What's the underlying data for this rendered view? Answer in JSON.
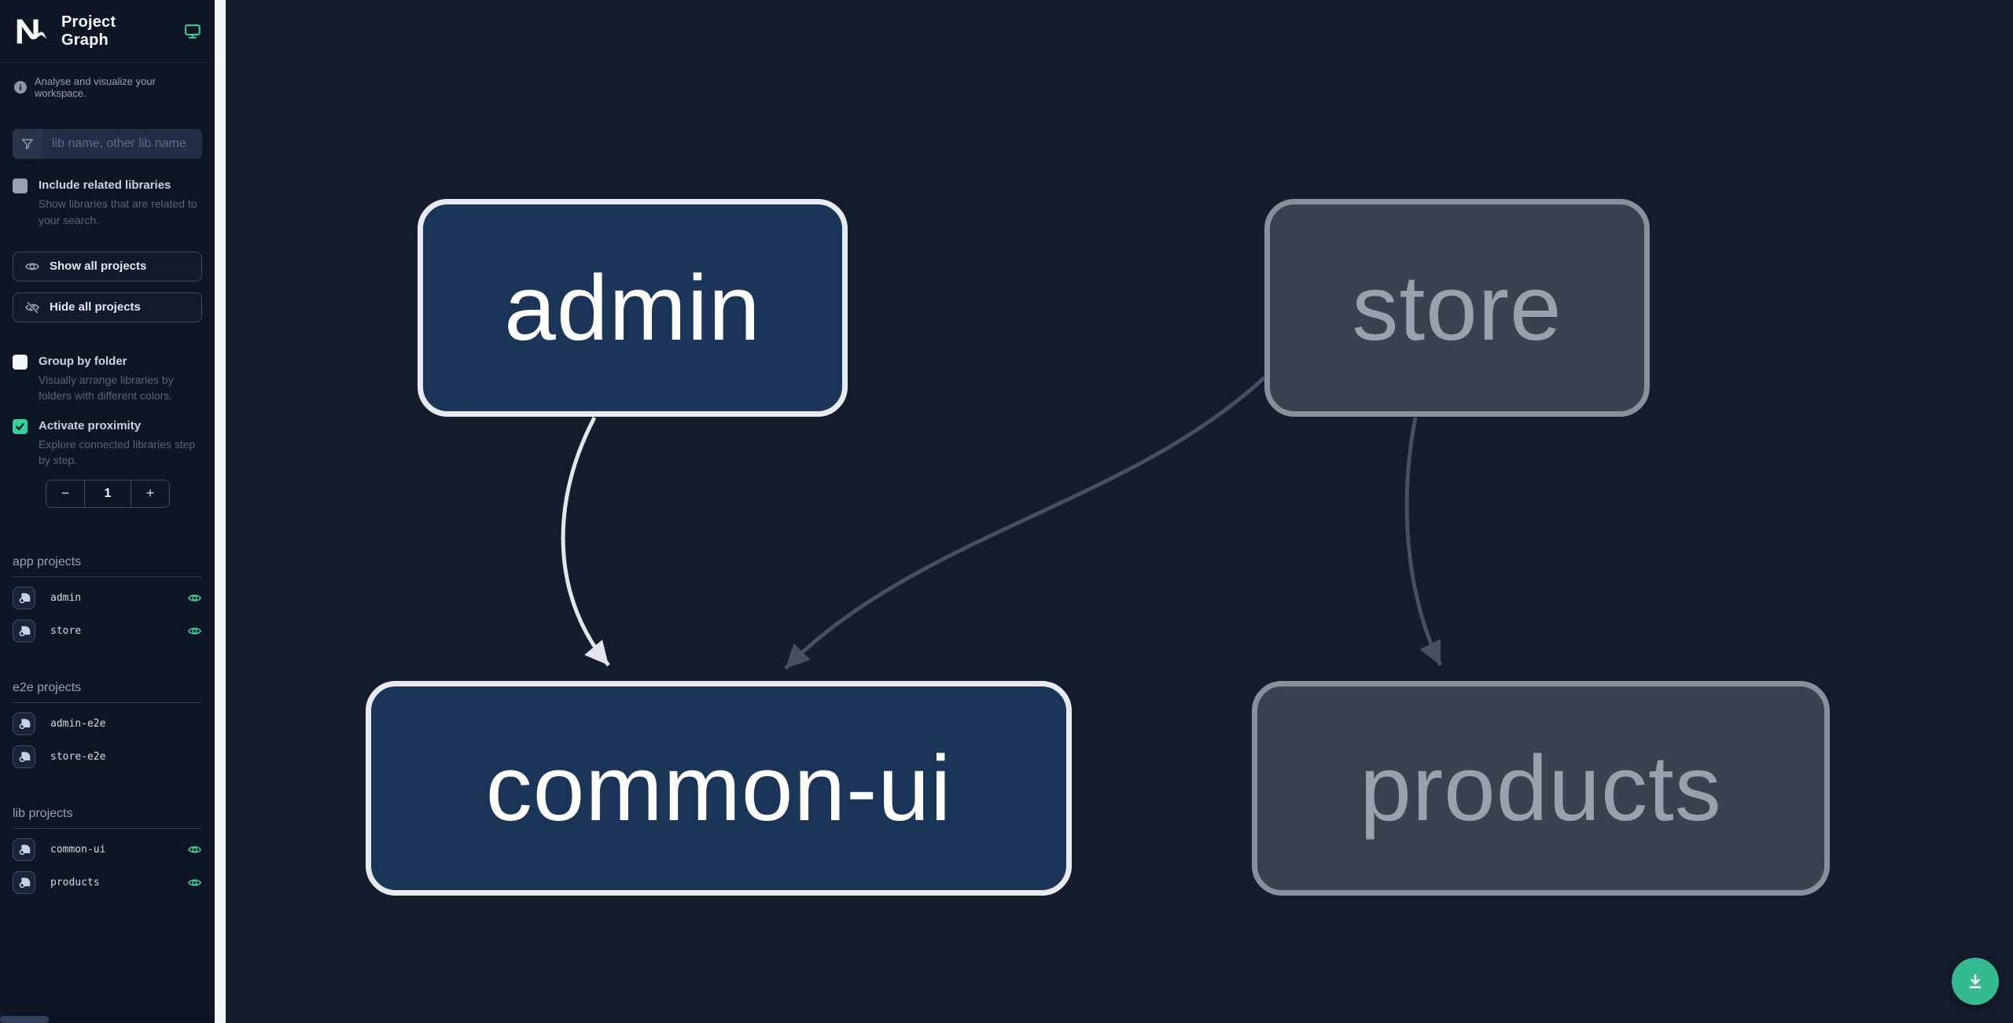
{
  "app": {
    "title": "Project Graph"
  },
  "sidebar": {
    "tagline": "Analyse and visualize your workspace.",
    "search": {
      "placeholder": "lib name, other lib name",
      "value": ""
    },
    "include_related": {
      "label": "Include related libraries",
      "description": "Show libraries that are related to your search.",
      "checked": false
    },
    "show_all_label": "Show all projects",
    "hide_all_label": "Hide all projects",
    "group_by_folder": {
      "label": "Group by folder",
      "description": "Visually arrange libraries by folders with different colors.",
      "checked": false
    },
    "activate_proximity": {
      "label": "Activate proximity",
      "description": "Explore connected libraries step by step.",
      "checked": true
    },
    "proximity_stepper": {
      "decrement": "−",
      "value": "1",
      "increment": "+"
    },
    "sections": [
      {
        "title": "app projects",
        "items": [
          {
            "name": "admin",
            "visible": true
          },
          {
            "name": "store",
            "visible": true
          }
        ]
      },
      {
        "title": "e2e projects",
        "items": [
          {
            "name": "admin-e2e",
            "visible": false
          },
          {
            "name": "store-e2e",
            "visible": false
          }
        ]
      },
      {
        "title": "lib projects",
        "items": [
          {
            "name": "common-ui",
            "visible": true
          },
          {
            "name": "products",
            "visible": true
          }
        ]
      }
    ]
  },
  "graph": {
    "nodes": [
      {
        "label": "admin",
        "state": "focused"
      },
      {
        "label": "store",
        "state": "faded"
      },
      {
        "label": "common-ui",
        "state": "focused"
      },
      {
        "label": "products",
        "state": "faded"
      }
    ],
    "edges": [
      {
        "from": "admin",
        "to": "common-ui",
        "style": "highlighted"
      },
      {
        "from": "store",
        "to": "common-ui",
        "style": "faded"
      },
      {
        "from": "store",
        "to": "products",
        "style": "faded"
      }
    ]
  },
  "colors": {
    "sidebar_bg": "#0e1626",
    "canvas_bg": "#141c2d",
    "accent_green": "#34d399",
    "focused_node_fill": "#1a3558",
    "focused_node_border": "#e7eaef",
    "faded_node_fill": "#3a4150",
    "faded_node_border": "#8a909b",
    "faded_node_text": "#9aa1ad",
    "edge_highlighted": "#e3e6ea",
    "edge_faded": "#475063",
    "download_button": "#34b990"
  }
}
